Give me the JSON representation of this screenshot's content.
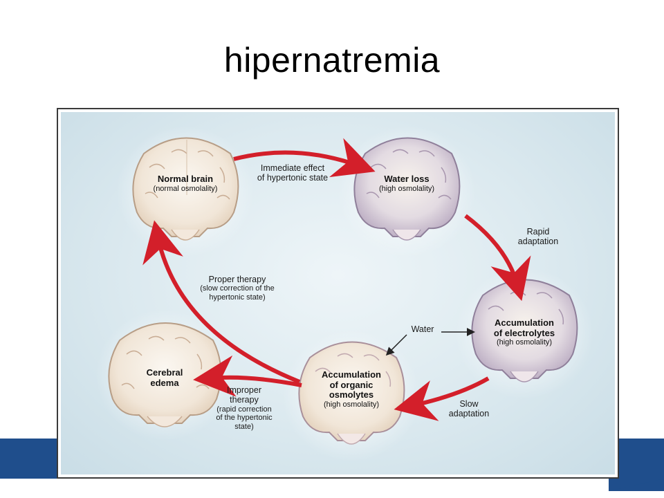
{
  "slide": {
    "title": "hipernatremia"
  },
  "brains": [
    {
      "id": "normal",
      "title": "Normal brain",
      "subtitle": "(normal osmolality)"
    },
    {
      "id": "water-loss",
      "title": "Water loss",
      "subtitle": "(high osmolality)"
    },
    {
      "id": "electrolytes",
      "title_lines": [
        "Accumulation",
        "of electrolytes"
      ],
      "subtitle": "(high osmolality)"
    },
    {
      "id": "osmolytes",
      "title_lines": [
        "Accumulation",
        "of organic",
        "osmolytes"
      ],
      "subtitle": "(high osmolality)"
    },
    {
      "id": "edema",
      "title_lines": [
        "Cerebral",
        "edema"
      ]
    }
  ],
  "arrows": {
    "immediate": [
      "Immediate effect",
      "of hypertonic state"
    ],
    "rapid": [
      "Rapid",
      "adaptation"
    ],
    "slow": [
      "Slow",
      "adaptation"
    ],
    "proper": {
      "main": "Proper therapy",
      "detail": [
        "(slow correction of the",
        "hypertonic state)"
      ]
    },
    "improper": {
      "main": [
        "Improper",
        "therapy"
      ],
      "detail": [
        "(rapid correction",
        "of the hypertonic",
        "state)"
      ]
    },
    "water": "Water"
  },
  "colors": {
    "arrow": "#d31f2a",
    "footer": "#1f4e8c",
    "background": "#dbe9ef"
  }
}
